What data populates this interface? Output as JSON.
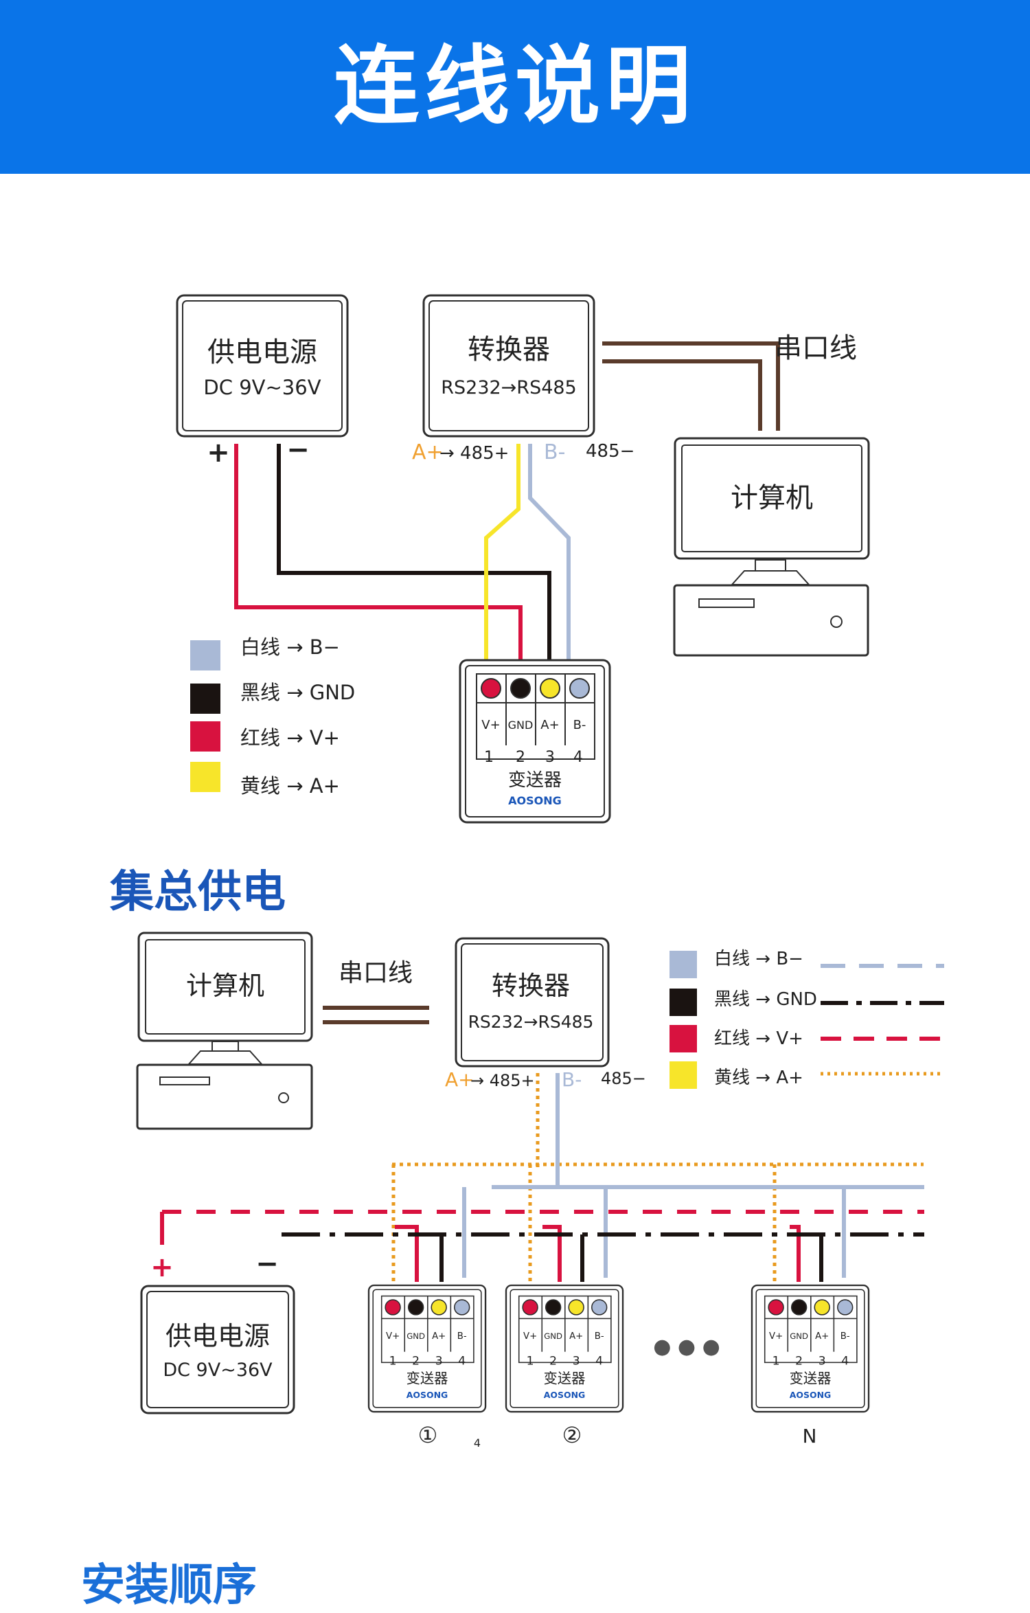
{
  "banner": {
    "title": "连线说明"
  },
  "section1": {
    "power": {
      "title": "供电电源",
      "spec": "DC 9V~36V",
      "plus": "+",
      "minus": "−"
    },
    "converter": {
      "title": "转换器",
      "spec": "RS232→RS485",
      "a_plus": "A+",
      "a_out": "→ 485+",
      "b_minus": "B-",
      "b_out": "485−"
    },
    "serial_label": "串口线",
    "computer": "计算机",
    "legend": [
      {
        "label": "白线 → B−",
        "color": "#a9b9d6"
      },
      {
        "label": "黑线 → GND",
        "color": "#1a1311"
      },
      {
        "label": "红线 → V+",
        "color": "#d8123f"
      },
      {
        "label": "黄线 → A+",
        "color": "#f7e52a"
      }
    ],
    "transmitter": {
      "pins": [
        "V+",
        "GND",
        "A+",
        "B-"
      ],
      "numbers": [
        "1",
        "2",
        "3",
        "4"
      ],
      "name": "变送器",
      "brand": "AOSONG"
    }
  },
  "section2": {
    "title": "集总供电",
    "computer": "计算机",
    "serial_label": "串口线",
    "converter": {
      "title": "转换器",
      "spec": "RS232→RS485",
      "a_plus": "A+",
      "a_out": "→ 485+",
      "b_minus": "B-",
      "b_out": "485−"
    },
    "legend": [
      {
        "label": "白线 → B−",
        "color": "#a9b9d6"
      },
      {
        "label": "黑线 → GND",
        "color": "#1a1311"
      },
      {
        "label": "红线 → V+",
        "color": "#d8123f"
      },
      {
        "label": "黄线 → A+",
        "color": "#f7e52a"
      }
    ],
    "power": {
      "title": "供电电源",
      "spec": "DC 9V~36V",
      "plus": "+",
      "minus": "−"
    },
    "devices": [
      {
        "label": "①"
      },
      {
        "label": "②"
      },
      {
        "label": "N"
      }
    ],
    "small_mark": "4",
    "ellipsis": "● ● ●"
  },
  "section3": {
    "title": "安装顺序"
  },
  "colors": {
    "banner": "#0a74e8",
    "title_blue": "#1a56b8",
    "red": "#d8123f",
    "black": "#1a1311",
    "yellow": "#f7e52a",
    "white_wire": "#a9b9d6",
    "orange_dot": "#e89a1e",
    "brown": "#5a3b2b"
  }
}
